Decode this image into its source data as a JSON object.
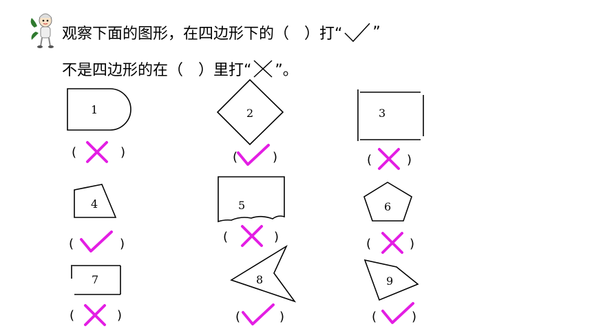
{
  "instruction": {
    "line1_text": "观察下面的图形，在四边形下的（　）打“",
    "line1_end": "”",
    "line2_text": "不是四边形的在（　）里打“",
    "line2_end": "”。"
  },
  "colors": {
    "mark": "#e31ee3",
    "shape": "#000000"
  },
  "figures": [
    {
      "label": "1",
      "mark": "cross"
    },
    {
      "label": "2",
      "mark": "check"
    },
    {
      "label": "3",
      "mark": "cross"
    },
    {
      "label": "4",
      "mark": "check"
    },
    {
      "label": "5",
      "mark": "cross"
    },
    {
      "label": "6",
      "mark": "cross"
    },
    {
      "label": "7",
      "mark": "cross"
    },
    {
      "label": "8",
      "mark": "check"
    },
    {
      "label": "9",
      "mark": "check"
    }
  ],
  "paren_open": "(",
  "paren_close": ")"
}
